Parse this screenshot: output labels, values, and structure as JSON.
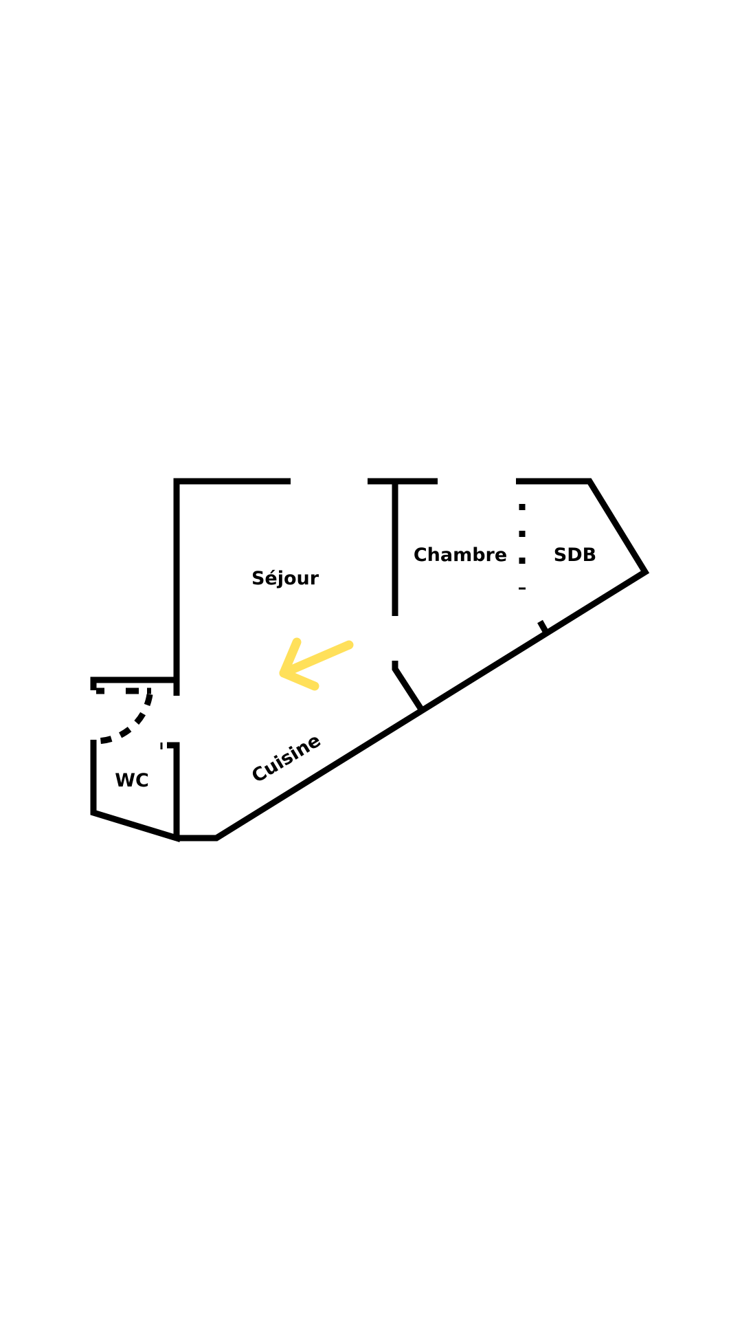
{
  "rooms": {
    "sejour": "Séjour",
    "chambre": "Chambre",
    "sdb": "SDB",
    "wc": "WC",
    "cuisine": "Cuisine"
  },
  "colors": {
    "walls": "#000000",
    "arrow": "#FFE05A",
    "background": "#FFFFFF"
  },
  "icons": {
    "direction_arrow": "arrow-down-left-icon"
  }
}
